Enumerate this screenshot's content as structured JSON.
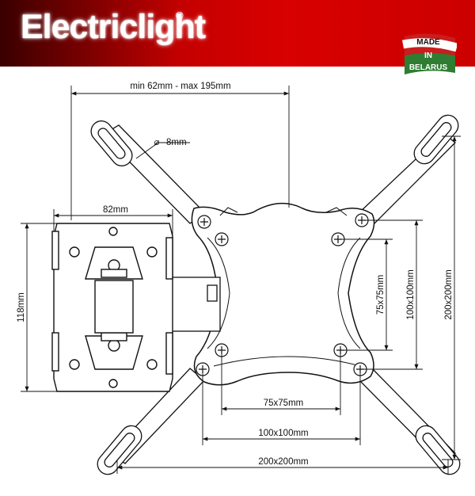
{
  "brand": {
    "logo_text": "Electriclight",
    "registered_mark": "®",
    "badge": {
      "line1": "MADE",
      "line2": "IN",
      "line3": "BELARUS"
    }
  },
  "colors": {
    "header_red": "#cc0000",
    "header_dark": "#3a0000",
    "line": "#111111",
    "badge_green": "#2e7d32"
  },
  "dimensions": {
    "arm_extension": "min 62mm - max 195mm",
    "hole_diameter": "8mm",
    "wall_plate_width": "82mm",
    "wall_plate_height": "118mm",
    "vesa_small_h": "75x75mm",
    "vesa_small_w": "75x75mm",
    "vesa_mid_h": "100x100mm",
    "vesa_mid_w": "100x100mm",
    "vesa_large_h": "200x200mm",
    "vesa_large_w": "200x200mm",
    "diameter_symbol": "⌀"
  }
}
